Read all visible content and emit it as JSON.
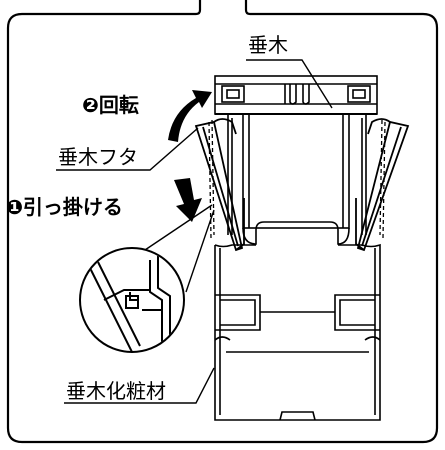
{
  "labels": {
    "mullion": "垂木",
    "step2": "❷回転",
    "cover": "垂木フタ",
    "step1": "❶引っ掛ける",
    "trim": "垂木化粧材"
  },
  "icons": {
    "rotate_arrow": "curved-rotate-arrow",
    "hook_arrow": "down-arrow"
  },
  "colors": {
    "line": "#000000",
    "background": "#ffffff"
  }
}
